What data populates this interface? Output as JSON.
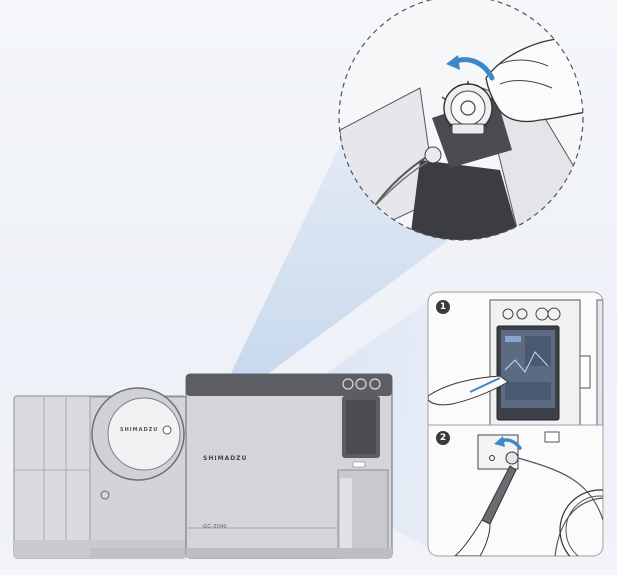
{
  "instrument": {
    "brand_door": "SHIMADZU",
    "brand_panel": "SHIMADZU",
    "model": "GC-2040"
  },
  "steps": [
    {
      "number": "1"
    },
    {
      "number": "2"
    }
  ],
  "colors": {
    "background": "#f1f3f8",
    "beam": "#bfd2ea",
    "arrow": "#3f88c8",
    "outline": "#555555"
  },
  "icons": [
    "rotate-arrow-icon",
    "screen-arrow-icon",
    "tighten-arrow-icon"
  ]
}
